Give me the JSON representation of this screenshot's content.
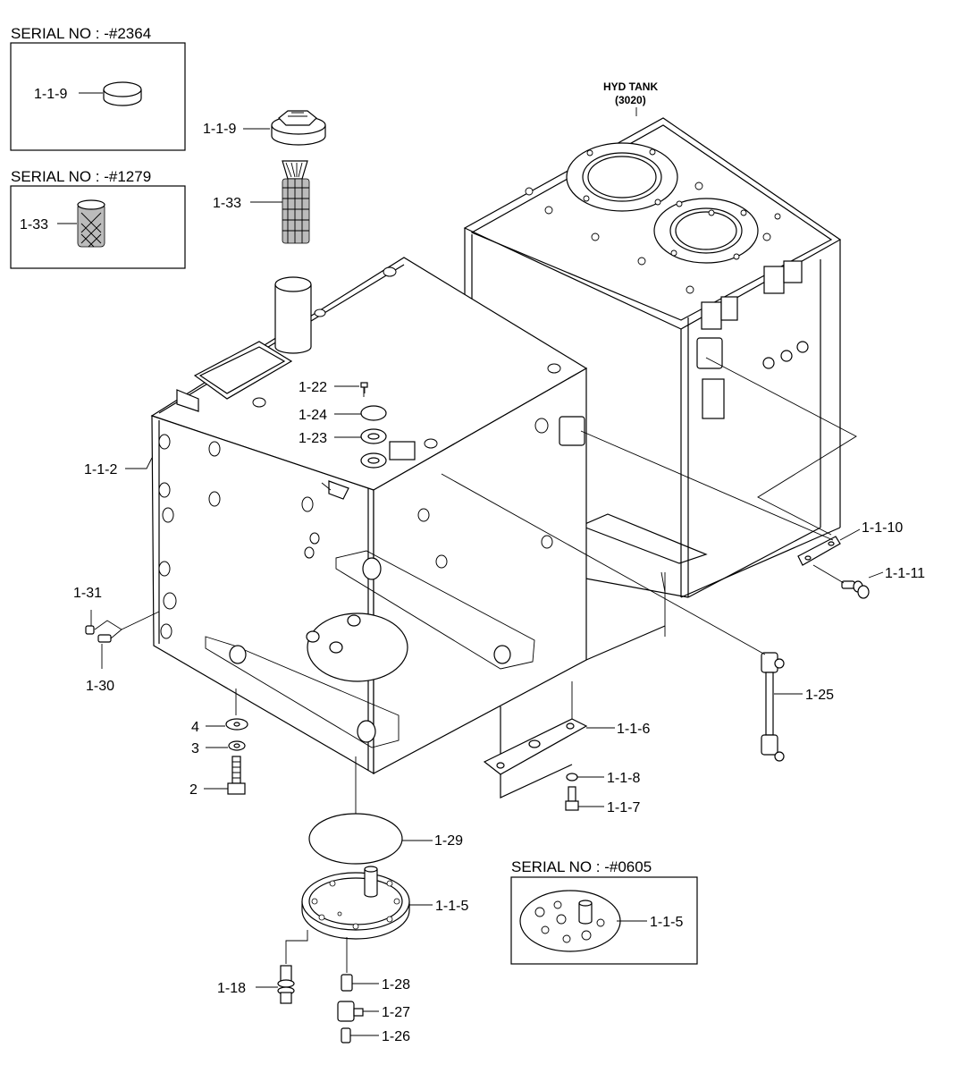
{
  "insets": {
    "cap": {
      "serial": "SERIAL NO : -#2364",
      "label": "1-1-9"
    },
    "strainer": {
      "serial": "SERIAL NO : -#1279",
      "label": "1-33"
    },
    "cover": {
      "serial": "SERIAL NO : -#0605",
      "label": "1-1-5"
    }
  },
  "hyd_tank": {
    "line1": "HYD TANK",
    "line2": "(3020)"
  },
  "parts": {
    "p_1_1_9": "1-1-9",
    "p_1_33": "1-33",
    "p_1_22": "1-22",
    "p_1_24": "1-24",
    "p_1_23": "1-23",
    "p_1_1_2": "1-1-2",
    "p_1_31": "1-31",
    "p_1_30": "1-30",
    "p_4": "4",
    "p_3": "3",
    "p_2": "2",
    "p_1_29": "1-29",
    "p_1_1_5": "1-1-5",
    "p_1_18": "1-18",
    "p_1_28": "1-28",
    "p_1_27": "1-27",
    "p_1_26": "1-26",
    "p_1_1_10": "1-1-10",
    "p_1_1_11": "1-1-11",
    "p_1_25": "1-25",
    "p_1_1_6": "1-1-6",
    "p_1_1_8": "1-1-8",
    "p_1_1_7": "1-1-7"
  }
}
